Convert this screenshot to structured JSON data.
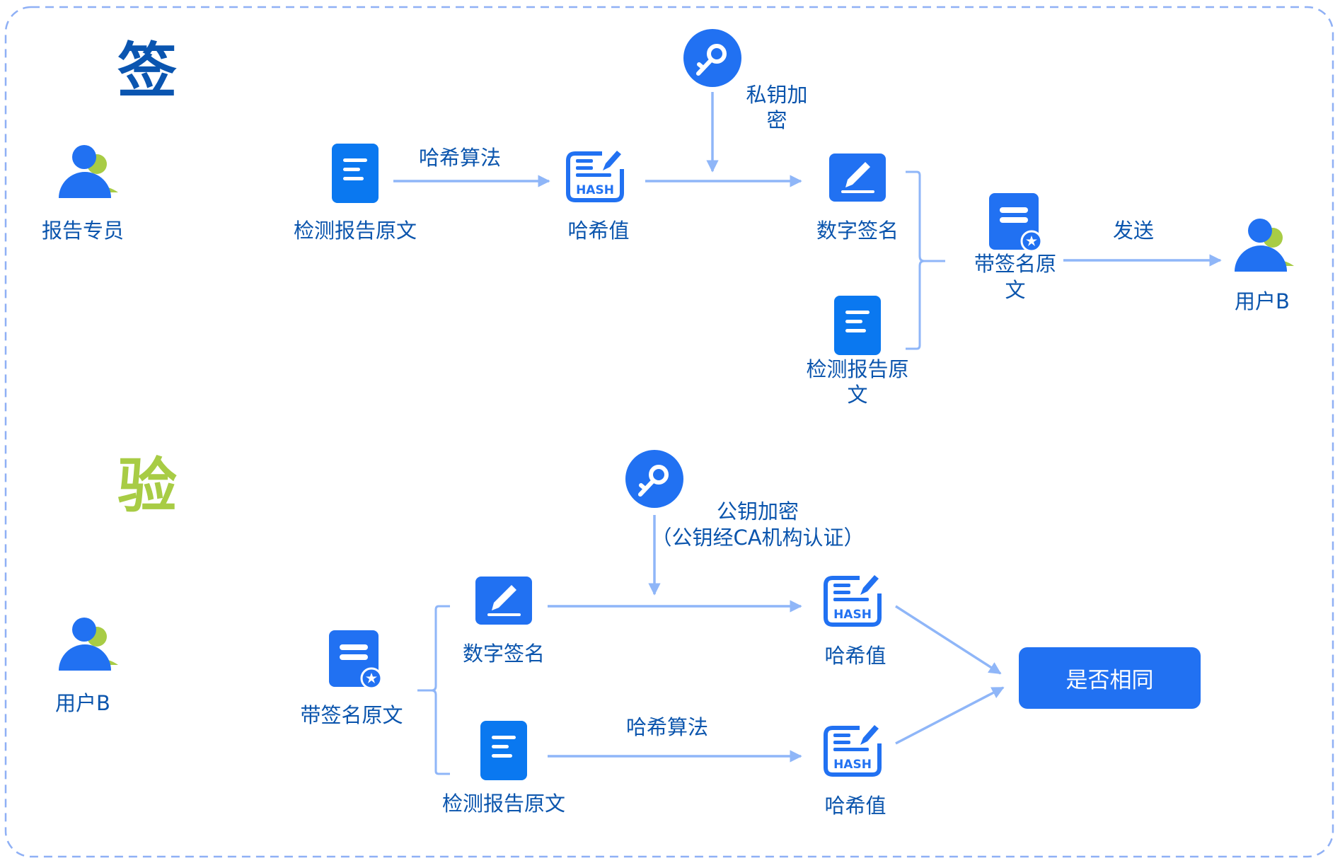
{
  "sign_section": {
    "title": "签",
    "actor": "报告专员",
    "original_doc": "检测报告原文",
    "hash_algo_label": "哈希算法",
    "hash_value": "哈希值",
    "private_key_label_line1": "私钥加",
    "private_key_label_line2": "密",
    "digital_signature": "数字签名",
    "original_doc_2_line1": "检测报告原",
    "original_doc_2_line2": "文",
    "signed_doc_line1": "带签名原",
    "signed_doc_line2": "文",
    "send_label": "发送",
    "receiver": "用户B"
  },
  "verify_section": {
    "title": "验",
    "actor": "用户B",
    "signed_doc": "带签名原文",
    "digital_signature": "数字签名",
    "original_doc": "检测报告原文",
    "public_key_label_line1": "公钥加密",
    "public_key_label_line2": "（公钥经CA机构认证）",
    "hash_value_1": "哈希值",
    "hash_algo_label": "哈希算法",
    "hash_value_2": "哈希值",
    "compare_button": "是否相同"
  },
  "icons": {
    "hash_text": "HASH"
  },
  "colors": {
    "primary": "#2171f2",
    "doc_blue": "#0a78f0",
    "text": "#0b55ad",
    "arrow": "#8fb6f8",
    "accent_green": "#a8cc45",
    "border": "#8fb0f5"
  }
}
